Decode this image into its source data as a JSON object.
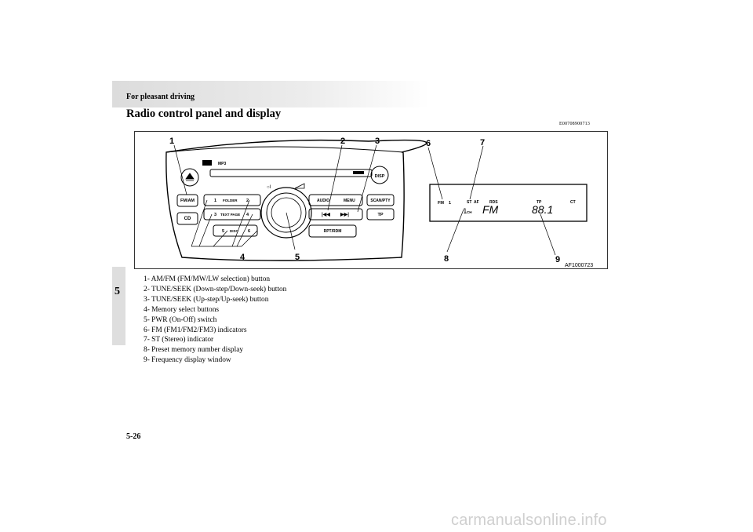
{
  "header": {
    "section": "For pleasant driving",
    "title": "Radio control panel and display",
    "ref_code": "E00708900713"
  },
  "side_tab": {
    "number": "5"
  },
  "figure": {
    "callouts": [
      "1",
      "2",
      "3",
      "4",
      "5",
      "6",
      "7",
      "8",
      "9"
    ],
    "figure_id": "AF1000723",
    "panel": {
      "logo": "MP3",
      "buttons": {
        "fm_am": "FM/AM",
        "cd": "CD",
        "disp": "DISP",
        "scan_pty": "SCAN/PTY",
        "tp": "TP",
        "rpt_rdm": "RPT/RDM",
        "audio": "AUDIO",
        "menu": "MENU",
        "preset1": "1",
        "folder": "FOLDER",
        "preset2": "2",
        "preset3": "3",
        "text_page": "TEXT PAGE",
        "preset4": "4",
        "preset5": "5",
        "disc": "DISC",
        "preset6": "6"
      }
    },
    "display": {
      "fm": "FM",
      "fm_num": "1",
      "st": "ST",
      "af": "AF",
      "rds": "RDS",
      "tp": "TP",
      "ct": "CT",
      "ch": "CH",
      "band_text": "FM",
      "freq_text": "88.1",
      "preset_digit": "1"
    }
  },
  "legend": [
    "1- AM/FM (FM/MW/LW selection) button",
    "2- TUNE/SEEK (Down-step/Down-seek) button",
    "3- TUNE/SEEK (Up-step/Up-seek) button",
    "4- Memory select buttons",
    "5- PWR (On-Off) switch",
    "6- FM (FM1/FM2/FM3) indicators",
    "7- ST (Stereo) indicator",
    "8- Preset memory number display",
    "9- Frequency display window"
  ],
  "footer": {
    "page_number": "5-26",
    "watermark": "carmanualsonline.info"
  }
}
